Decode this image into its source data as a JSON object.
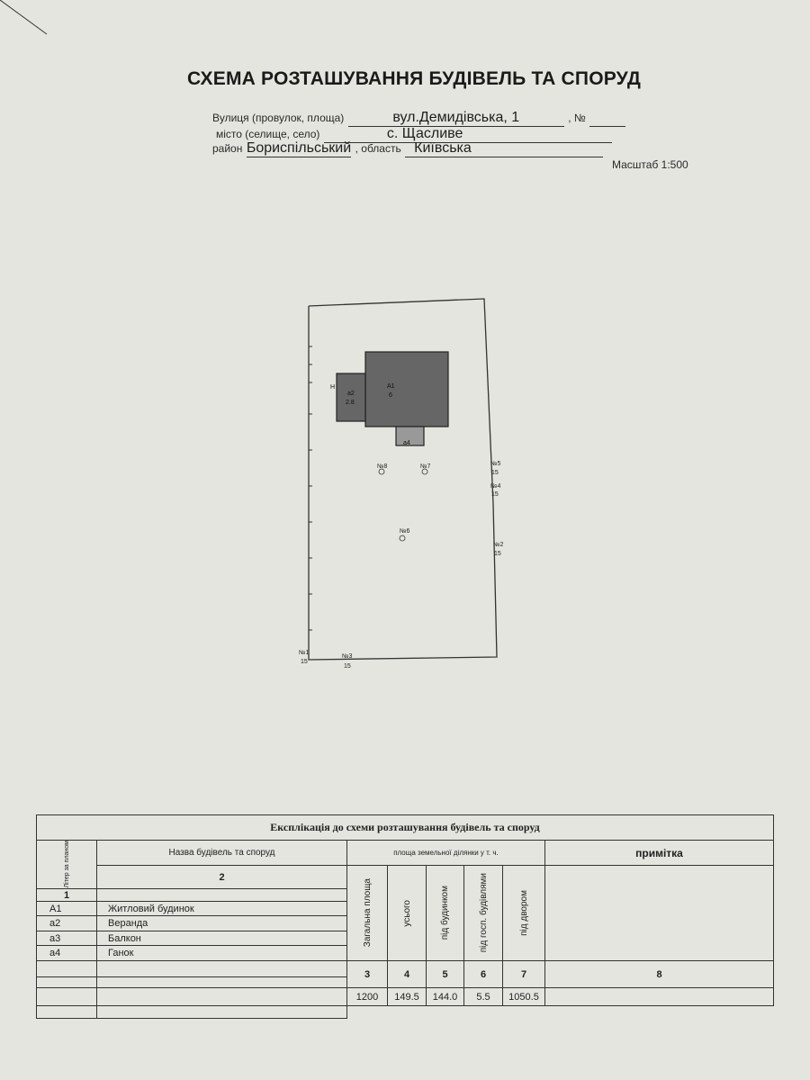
{
  "header": {
    "title": "СХЕМА РОЗТАШУВАННЯ БУДІВЕЛЬ ТА СПОРУД",
    "street_label": "Вулиця (провулок, площа)",
    "street_value": "вул.Демидівська, 1",
    "number_label": ", №",
    "city_label": "місто (селище, село)",
    "city_value": "с. Щасливе",
    "district_label": "район",
    "district_value": "Бориспільський",
    "region_label": ", область",
    "region_value": "Київська",
    "scale": "Масштаб 1:500"
  },
  "plan": {
    "a1": "А1",
    "a1_sub": "6",
    "a2": "а2",
    "a2_sub": "2.8",
    "a4": "а4",
    "h": "Н",
    "markers": [
      {
        "label": "№1",
        "sub": "15"
      },
      {
        "label": "№2",
        "sub": "15"
      },
      {
        "label": "№3",
        "sub": "15"
      },
      {
        "label": "№4",
        "sub": "15"
      },
      {
        "label": "№5",
        "sub": "15"
      },
      {
        "label": "№6",
        "sub": ""
      },
      {
        "label": "№7",
        "sub": ""
      },
      {
        "label": "№8",
        "sub": ""
      }
    ]
  },
  "table": {
    "title": "Експлікація до схеми розташування будівель та споруд",
    "col_letter": "Літер за планом",
    "col_name": "Назва будівель та споруд",
    "col_area_group": "площа земельної ділянки у т. ч.",
    "col_note": "примітка",
    "sub_cols": [
      "Загальна площа",
      "усього",
      "під будинком",
      "під госп. будівлями",
      "під двором"
    ],
    "col_numbers": [
      "1",
      "2",
      "3",
      "4",
      "5",
      "6",
      "7",
      "8"
    ],
    "rows": [
      {
        "code": "А1",
        "name": "Житловий будинок"
      },
      {
        "code": "а2",
        "name": "Веранда"
      },
      {
        "code": "а3",
        "name": "Балкон"
      },
      {
        "code": "а4",
        "name": "Ганок"
      }
    ],
    "values": [
      "1200",
      "149.5",
      "144.0",
      "5.5",
      "1050.5"
    ]
  }
}
